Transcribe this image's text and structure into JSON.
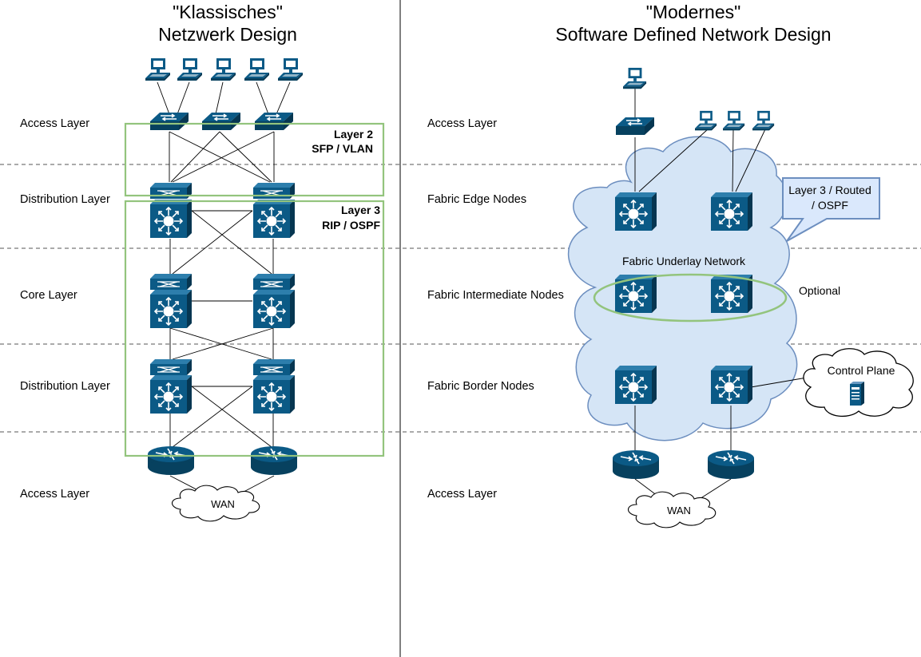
{
  "left_panel": {
    "title_line1": "\"Klassisches\"",
    "title_line2": "Netzwerk Design",
    "layers": [
      "Access Layer",
      "Distribution Layer",
      "Core Layer",
      "Distribution Layer",
      "Access Layer"
    ],
    "box_layer2": {
      "line1": "Layer 2",
      "line2": "SFP / VLAN"
    },
    "box_layer3": {
      "line1": "Layer 3",
      "line2": "RIP / OSPF"
    },
    "cloud_label": "WAN"
  },
  "right_panel": {
    "title_line1": "\"Modernes\"",
    "title_line2": "Software Defined Network Design",
    "layers": [
      "Access Layer",
      "Fabric Edge Nodes",
      "Fabric Intermediate Nodes",
      "Fabric Border Nodes",
      "Access Layer"
    ],
    "callout": {
      "line1": "Layer 3 / Routed",
      "line2": "/ OSPF"
    },
    "underlay_label": "Fabric Underlay Network",
    "optional_label": "Optional",
    "control_plane_label": "Control Plane",
    "cloud_label": "WAN"
  },
  "colors": {
    "device_blue": "#0b5a86",
    "device_blue_dark": "#07415f",
    "green_box": "#93c47d",
    "fabric_cloud": "#d5e5f6",
    "fabric_cloud_stroke": "#6c8ebf",
    "callout_fill": "#dae8fc",
    "dashed_line": "#555555"
  },
  "icons": [
    "workstation-icon",
    "switch-icon",
    "layer3-switch-icon",
    "router-icon",
    "server-icon",
    "cloud-icon"
  ]
}
